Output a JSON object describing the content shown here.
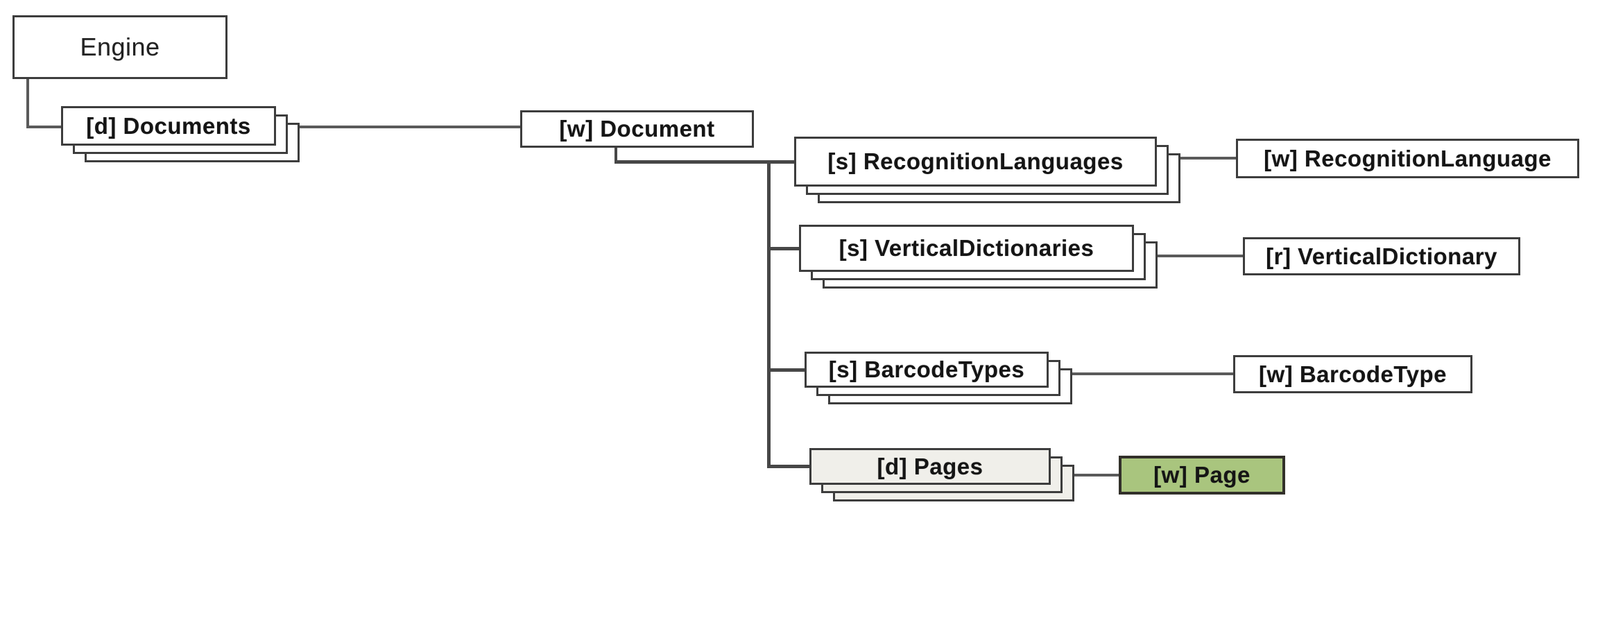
{
  "diagram_type": "object-hierarchy",
  "nodes": {
    "engine": {
      "label": "Engine",
      "kind": "object"
    },
    "documents": {
      "label": "[d] Documents",
      "kind": "collection"
    },
    "document": {
      "label": "[w] Document",
      "kind": "object"
    },
    "recognition_languages": {
      "label": "[s] RecognitionLanguages",
      "kind": "collection"
    },
    "recognition_language": {
      "label": "[w] RecognitionLanguage",
      "kind": "object"
    },
    "vertical_dictionaries": {
      "label": "[s] VerticalDictionaries",
      "kind": "collection"
    },
    "vertical_dictionary": {
      "label": "[r] VerticalDictionary",
      "kind": "object"
    },
    "barcode_types": {
      "label": "[s] BarcodeTypes",
      "kind": "collection"
    },
    "barcode_type": {
      "label": "[w] BarcodeType",
      "kind": "object"
    },
    "pages": {
      "label": "[d] Pages",
      "kind": "collection"
    },
    "page": {
      "label": "[w] Page",
      "kind": "object",
      "highlighted": true
    }
  },
  "colors": {
    "background": "#ffffff",
    "box_border": "#3d3d3d",
    "connector_line": "#5a5a5a",
    "pages_fill": "#f0efea",
    "page_highlight_fill": "#a9c57e",
    "page_highlight_border": "#32302a"
  }
}
